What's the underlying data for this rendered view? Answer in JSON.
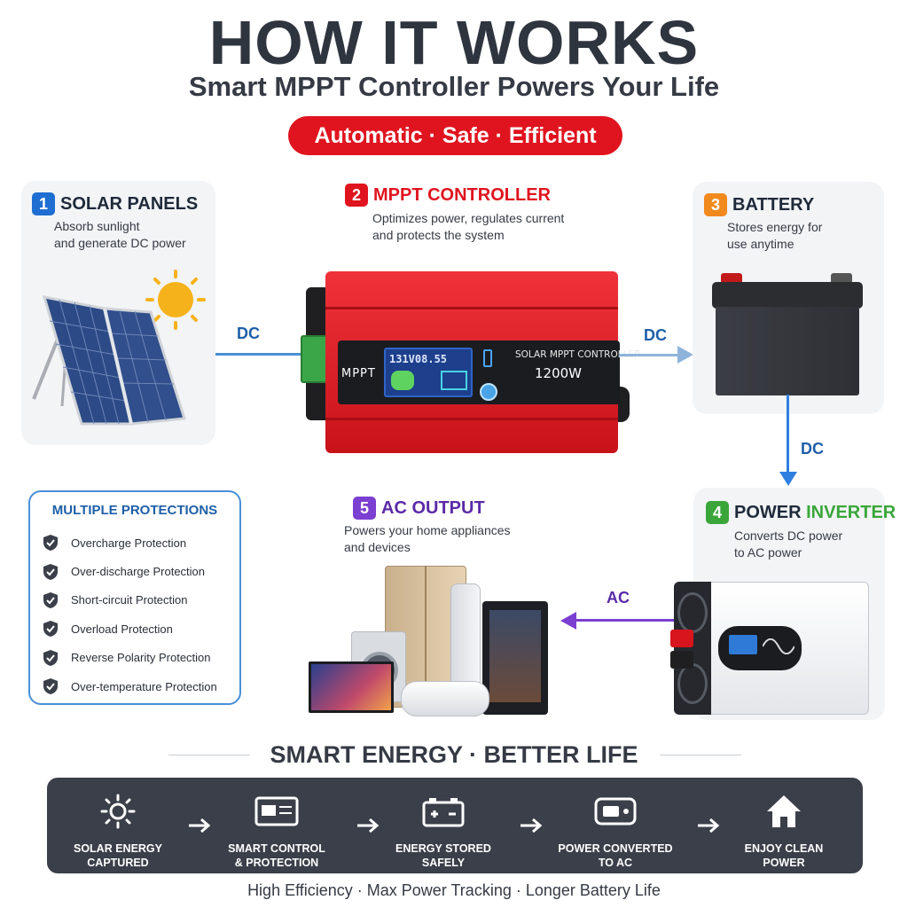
{
  "header": {
    "title": "HOW IT WORKS",
    "subtitle": "Smart MPPT Controller Powers Your Life",
    "pill": "Automatic · Safe · Efficient"
  },
  "steps": [
    {
      "number": "1",
      "title": "SOLAR PANELS",
      "description_lines": [
        "Absorb sunlight",
        "and generate DC power"
      ],
      "color": "#1e6fd1"
    },
    {
      "number": "2",
      "title": "MPPT CONTROLLER",
      "description_lines": [
        "Optimizes power, regulates current",
        "and protects the system"
      ],
      "color": "#e0141f"
    },
    {
      "number": "3",
      "title": "BATTERY",
      "description_lines": [
        "Stores energy for",
        "use anytime"
      ],
      "color": "#f2891d"
    },
    {
      "number": "4",
      "title_part1": "POWER ",
      "title_part2": "INVERTER",
      "description_lines": [
        "Converts DC power",
        "to AC power"
      ],
      "color": "#3aa63a"
    },
    {
      "number": "5",
      "title": "AC OUTPUT",
      "description_lines": [
        "Powers your home appliances",
        "and devices"
      ],
      "color": "#7b3fd1"
    }
  ],
  "controller": {
    "brand": "MPPT",
    "model": "SOLAR MPPT CONTROLLER",
    "power": "1200W",
    "lcd": "131V08.55"
  },
  "flows": {
    "panel_to_controller": "DC",
    "controller_to_battery": "DC",
    "battery_to_inverter": "DC",
    "inverter_to_output": "AC"
  },
  "protections": {
    "heading": "MULTIPLE PROTECTIONS",
    "items": [
      "Overcharge Protection",
      "Over-discharge Protection",
      "Short-circuit Protection",
      "Overload Protection",
      "Reverse Polarity Protection",
      "Over-temperature Protection"
    ]
  },
  "tagline": "SMART ENERGY · BETTER LIFE",
  "process": [
    {
      "icon": "sun-icon",
      "line1": "SOLAR ENERGY",
      "line2": "CAPTURED"
    },
    {
      "icon": "controller-icon",
      "line1": "SMART CONTROL",
      "line2": "& PROTECTION"
    },
    {
      "icon": "battery-icon",
      "line1": "ENERGY STORED",
      "line2": "SAFELY"
    },
    {
      "icon": "inverter-icon",
      "line1": "POWER CONVERTED",
      "line2": "TO AC"
    },
    {
      "icon": "home-icon",
      "line1": "ENJOY CLEAN",
      "line2": "POWER"
    }
  ],
  "footer": "High Efficiency · Max Power Tracking · Longer Battery Life",
  "colors": {
    "accent_red": "#e0141f",
    "step_blue": "#1e6fd1",
    "step_orange": "#f2891d",
    "step_green": "#3aa63a",
    "step_purple": "#7b3fd1",
    "dark_bar": "#3a3f49",
    "dc_line": "#4a8fd6",
    "ac_line": "#7b3fd1"
  }
}
